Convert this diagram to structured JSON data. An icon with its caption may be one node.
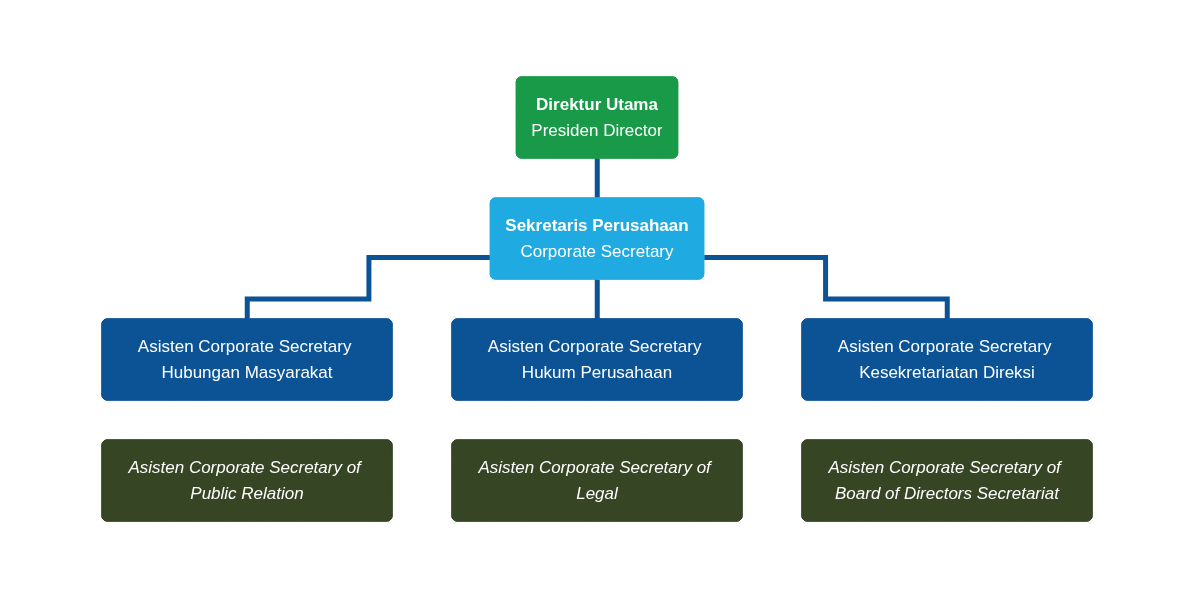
{
  "diagram": {
    "nodes": [
      {
        "text": [
          "Direktur Utama",
          "Presiden Director"
        ]
      },
      {
        "text": [
          "Sekretaris Perusahaan",
          "Corporate Secretary"
        ]
      },
      {
        "text": [
          "Asisten Corporate Secretary Hubungan Masyarakat"
        ]
      },
      {
        "text": [
          "Asisten Corporate Secretary Hukum Perusahaan"
        ]
      },
      {
        "text": [
          "Asisten Corporate Secretary Kesekretariatan Direksi"
        ]
      },
      {
        "text": [
          "Asisten Corporate Secretary of Public Relation"
        ]
      },
      {
        "text": [
          "Asisten Corporate Secretary of Legal"
        ]
      },
      {
        "text": [
          "Asisten Corporate Secretary of Board of Directors Secretariat"
        ]
      }
    ],
    "edges": [
      {
        "from": 0,
        "to": 1,
        "arrow": "none"
      },
      {
        "from": 1,
        "to": 2,
        "arrow": "none"
      },
      {
        "from": 1,
        "to": 3,
        "arrow": "none"
      },
      {
        "from": 1,
        "to": 4,
        "arrow": "none"
      }
    ]
  }
}
